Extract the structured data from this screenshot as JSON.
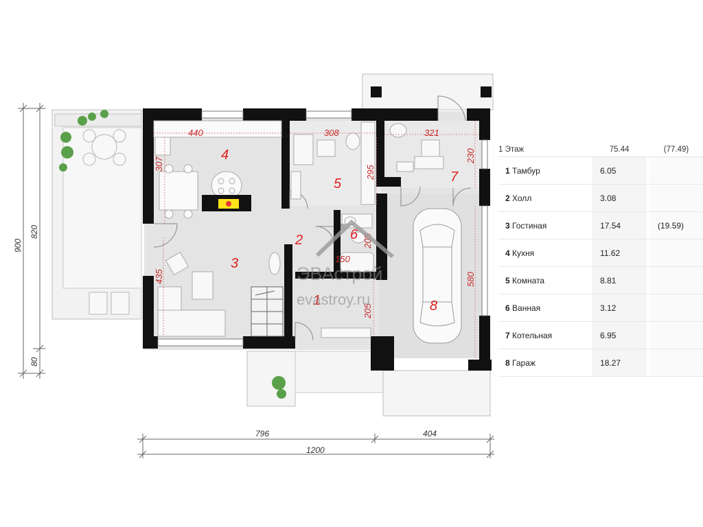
{
  "floor": {
    "label": "1 Этаж",
    "area": "75.44",
    "area_total": "(77.49)"
  },
  "rooms": [
    {
      "num": "1",
      "name": "Тамбур",
      "area": "6.05",
      "area_total": ""
    },
    {
      "num": "2",
      "name": "Холл",
      "area": "3.08",
      "area_total": ""
    },
    {
      "num": "3",
      "name": "Гостиная",
      "area": "17.54",
      "area_total": "(19.59)"
    },
    {
      "num": "4",
      "name": "Кухня",
      "area": "11.62",
      "area_total": ""
    },
    {
      "num": "5",
      "name": "Комната",
      "area": "8.81",
      "area_total": ""
    },
    {
      "num": "6",
      "name": "Ванная",
      "area": "3.12",
      "area_total": ""
    },
    {
      "num": "7",
      "name": "Котельная",
      "area": "6.95",
      "area_total": ""
    },
    {
      "num": "8",
      "name": "Гараж",
      "area": "18.27",
      "area_total": ""
    }
  ],
  "dimensions": {
    "overall_width": "1200",
    "left_width": "796",
    "right_width": "404",
    "overall_height": "900",
    "height_main": "820",
    "height_porch": "80",
    "kitchen_width": "440",
    "kitchen_depth": "307",
    "room5_width": "308",
    "room5_depth": "295",
    "boiler_width": "321",
    "boiler_depth": "230",
    "living_depth": "435",
    "bath_width": "150",
    "bath_depth": "205",
    "vestibule_depth": "205",
    "garage_depth": "580"
  },
  "watermark": {
    "brand": "ЭВАстрой",
    "site": "evastroy.ru"
  },
  "colors": {
    "wall": "#111111",
    "floor": "#e4e4e4",
    "room_number": "#e02020",
    "dimension_text": "#c62828",
    "terrace": "#f1f1f1"
  }
}
